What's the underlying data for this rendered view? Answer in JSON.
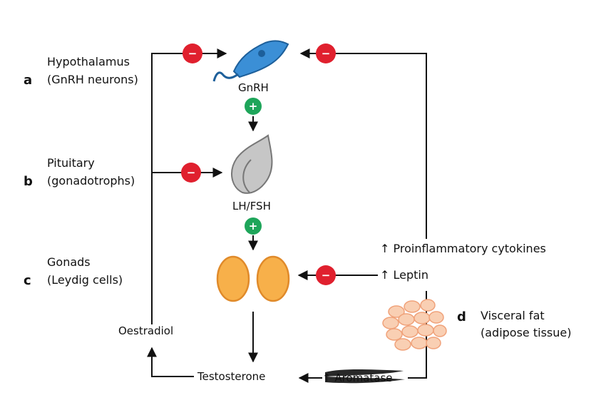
{
  "rows": {
    "a": {
      "letter": "a",
      "name": "Hypothalamus",
      "sub": "(GnRH neurons)"
    },
    "b": {
      "letter": "b",
      "name": "Pituitary",
      "sub": "(gonadotrophs)"
    },
    "c": {
      "letter": "c",
      "name": "Gonads",
      "sub": "(Leydig cells)"
    },
    "d": {
      "letter": "d",
      "name": "Visceral fat",
      "sub": "(adipose tissue)"
    }
  },
  "center": {
    "gnrh": "GnRH",
    "lhfsh": "LH/FSH",
    "testosterone": "Testosterone",
    "oestradiol": "Oestradiol",
    "aromatase": "↑ Aromatase"
  },
  "right": {
    "cytokines": "↑ Proinflammatory cytokines",
    "leptin": "↑ Leptin"
  },
  "signs": {
    "minus": "−",
    "plus": "+"
  },
  "colors": {
    "inhibit": "#e0202e",
    "stimulate": "#1ea55a",
    "neuron": "#3b8fd6",
    "gland": "#bdbdbd",
    "gonad": "#f7b04a",
    "fat": "#f9cfb3"
  }
}
